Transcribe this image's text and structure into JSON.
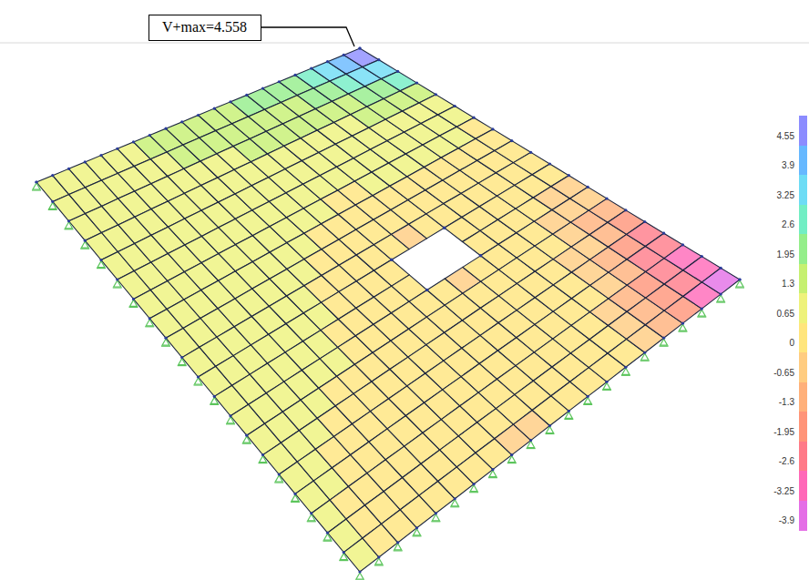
{
  "diagram": {
    "nodes": [
      {
        "text": [
          "V+max=4.558"
        ]
      }
    ],
    "legend": [
      {
        "text": "4.55",
        "color": "#8c8cff"
      },
      {
        "text": "3.9",
        "color": "#66b8ff"
      },
      {
        "text": "3.25",
        "color": "#6ddcf5"
      },
      {
        "text": "2.6",
        "color": "#72eec4"
      },
      {
        "text": "1.95",
        "color": "#94ee8a"
      },
      {
        "text": "1.3",
        "color": "#c6f070"
      },
      {
        "text": "0.65",
        "color": "#eef27a"
      },
      {
        "text": "0",
        "color": "#ffe57c"
      },
      {
        "text": "-0.65",
        "color": "#ffcc80"
      },
      {
        "text": "-1.3",
        "color": "#ffb07a"
      },
      {
        "text": "-1.95",
        "color": "#ff9478"
      },
      {
        "text": "-2.6",
        "color": "#ff7a88"
      },
      {
        "text": "-3.25",
        "color": "#ff68b8"
      },
      {
        "text": "-3.9",
        "color": "#e46ee6"
      }
    ]
  }
}
